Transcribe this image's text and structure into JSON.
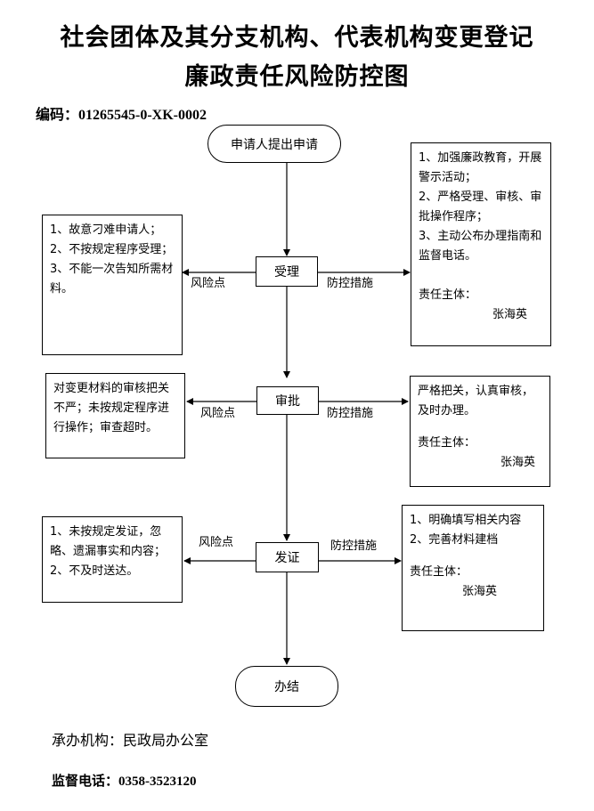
{
  "title": {
    "line1": "社会团体及其分支机构、代表机构变更登记",
    "line2": "廉政责任风险防控图"
  },
  "code": "编码：01265545-0-XK-0002",
  "flow": {
    "start": "申请人提出申请",
    "end": "办结",
    "steps": [
      {
        "name": "受理",
        "risk_label": "风险点",
        "control_label": "防控措施",
        "risk_text": "1、故意刁难申请人；\n2、不按规定程序受理；\n3、不能一次告知所需材料。",
        "control_text": "1、加强廉政教育，开展警示活动；\n2、严格受理、审核、审批操作程序；\n3、主动公布办理指南和监督电话。",
        "responsible_label": "责任主体：",
        "responsible_name": "张海英"
      },
      {
        "name": "审批",
        "risk_label": "风险点",
        "control_label": "防控措施",
        "risk_text": "对变更材料的审核把关不严；未按规定程序进行操作；审查超时。",
        "control_text": "严格把关，认真审核，及时办理。",
        "responsible_label": "责任主体：",
        "responsible_name": "张海英"
      },
      {
        "name": "发证",
        "risk_label": "风险点",
        "control_label": "防控措施",
        "risk_text": "1、未按规定发证，忽略、遗漏事实和内容；\n2、不及时送达。",
        "control_text": "1、明确填写相关内容\n2、完善材料建档",
        "responsible_label": "责任主体：",
        "responsible_name": "张海英"
      }
    ]
  },
  "footer": {
    "org": "承办机构：民政局办公室",
    "phone": "监督电话：0358-3523120"
  }
}
